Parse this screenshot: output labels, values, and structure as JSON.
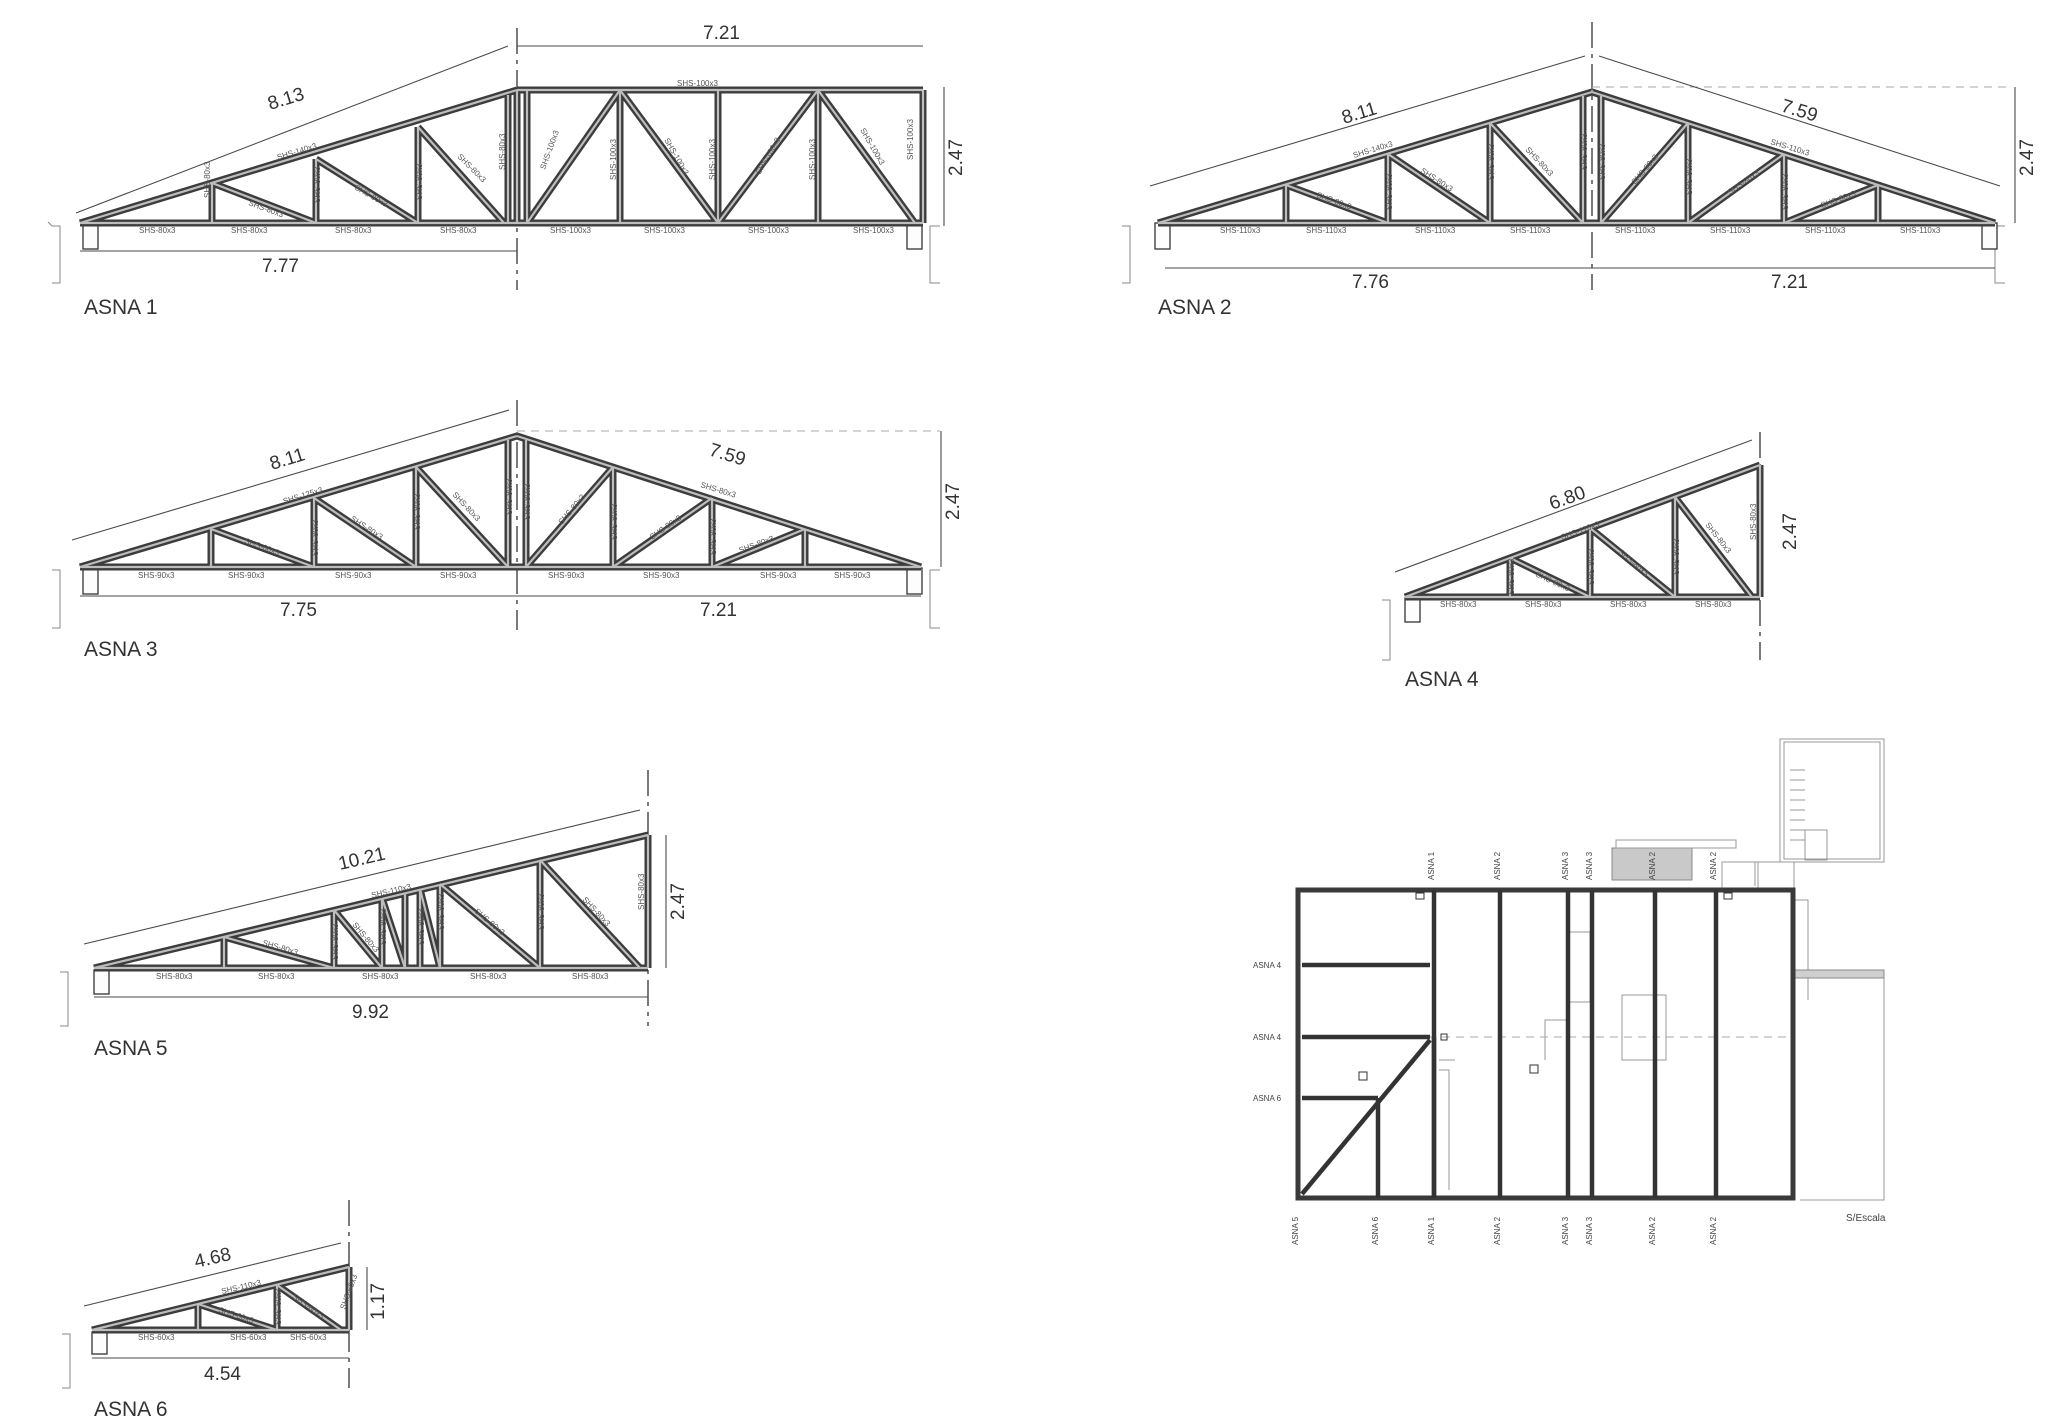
{
  "trusses": [
    {
      "id": "asna-1",
      "title": "ASNA 1",
      "dimensions": {
        "top_left": "8.13",
        "top_right": "7.21",
        "height": "2.47",
        "bottom_left": "7.77"
      },
      "sections": {
        "top_chord": "SHS-140x3",
        "top_right": "SHS-100x3",
        "diagonals": [
          "SHS-80x3",
          "SHS-80x3",
          "SHS-80x3",
          "SHS-80x3",
          "SHS-80x3"
        ],
        "verticals": [
          "SHS-80x3",
          "SHS-80x3",
          "SHS-80x3",
          "SHS-80x3"
        ],
        "right_web": [
          "SHS-100x3",
          "SHS-100x3",
          "SHS-100x3",
          "SHS-100x3",
          "SHS-100x3",
          "SHS-100x3",
          "SHS-100x3",
          "SHS-100x3"
        ],
        "bottom": [
          "SHS-80x3",
          "SHS-80x3",
          "SHS-80x3",
          "SHS-80x3",
          "SHS-100x3",
          "SHS-100x3",
          "SHS-100x3",
          "SHS-100x3"
        ]
      }
    },
    {
      "id": "asna-2",
      "title": "ASNA 2",
      "dimensions": {
        "top_left": "8.11",
        "top_right": "7.59",
        "height": "2.47",
        "bottom_left": "7.76",
        "bottom_right": "7.21"
      },
      "sections": {
        "top_left": "SHS-140x3",
        "top_right": "SHS-110x3",
        "web": [
          "SHS-80x3",
          "SHS-80x3",
          "SHS-80x3",
          "SHS-80x3",
          "SHS-80x3",
          "SHS-80x3",
          "SHS-80x3",
          "SHS-80x3",
          "SHS-80x3",
          "SHS-80x3",
          "SHS-80x3",
          "SHS-80x3"
        ],
        "bottom": [
          "SHS-110x3",
          "SHS-110x3",
          "SHS-110x3",
          "SHS-110x3",
          "SHS-110x3",
          "SHS-110x3",
          "SHS-110x3",
          "SHS-110x3"
        ]
      }
    },
    {
      "id": "asna-3",
      "title": "ASNA 3",
      "dimensions": {
        "top_left": "8.11",
        "top_right": "7.59",
        "height": "2.47",
        "bottom_left": "7.75",
        "bottom_right": "7.21"
      },
      "sections": {
        "top_left": "SHS-125x3",
        "top_right": "SHS-80x3",
        "web": [
          "SHS-80x3",
          "SHS-80x3",
          "SHS-80x3",
          "SHS-80x3",
          "SHS-80x3",
          "SHS-80x3",
          "SHS-80x3",
          "SHS-80x3",
          "SHS-80x3",
          "SHS-80x3",
          "SHS-80x3",
          "SHS-80x3"
        ],
        "bottom": [
          "SHS-90x3",
          "SHS-90x3",
          "SHS-90x3",
          "SHS-90x3",
          "SHS-90x3",
          "SHS-90x3",
          "SHS-90x3",
          "SHS-90x3"
        ]
      }
    },
    {
      "id": "asna-4",
      "title": "ASNA 4",
      "dimensions": {
        "top": "6.80",
        "height": "2.47"
      },
      "sections": {
        "top_chord": "SHS-110x3",
        "web": [
          "SHS-80x3",
          "SHS-80x3",
          "SHS-80x3",
          "SHS-80x3",
          "SHS-80x3",
          "SHS-80x3",
          "SHS-80x3"
        ],
        "bottom": [
          "SHS-80x3",
          "SHS-80x3",
          "SHS-80x3",
          "SHS-80x3"
        ]
      }
    },
    {
      "id": "asna-5",
      "title": "ASNA 5",
      "dimensions": {
        "top": "10.21",
        "height": "2.47",
        "bottom": "9.92"
      },
      "sections": {
        "top_chord": "SHS-110x3",
        "web": [
          "SHS-80x3",
          "SHS-80x3",
          "SHS-80x3",
          "SHS-80x3",
          "SHS-80x3",
          "SHS-80x3",
          "SHS-80x3",
          "SHS-80x3",
          "SHS-80x3",
          "SHS-80x3"
        ],
        "bottom": [
          "SHS-80x3",
          "SHS-80x3",
          "SHS-80x3",
          "SHS-80x3",
          "SHS-80x3"
        ]
      }
    },
    {
      "id": "asna-6",
      "title": "ASNA 6",
      "dimensions": {
        "top": "4.68",
        "height": "1.17",
        "bottom": "4.54"
      },
      "sections": {
        "top_chord": "SHS-110x3",
        "web": [
          "SHS-60x3",
          "SHS-60x3",
          "SHS-60x3",
          "SHS-60x3"
        ],
        "bottom": [
          "SHS-60x3",
          "SHS-60x3",
          "SHS-60x3"
        ]
      }
    }
  ],
  "plan": {
    "top_labels": [
      "ASNA 1",
      "ASNA 2",
      "ASNA 3",
      "ASNA 3",
      "ASNA 2",
      "ASNA 2"
    ],
    "bottom_labels": [
      "ASNA 5",
      "ASNA 6",
      "ASNA 1",
      "ASNA 2",
      "ASNA 3",
      "ASNA 3",
      "ASNA 2",
      "ASNA 2"
    ],
    "left_labels": [
      "ASNA 4",
      "ASNA 4",
      "ASNA 6"
    ],
    "scale_note": "S/Escala"
  }
}
